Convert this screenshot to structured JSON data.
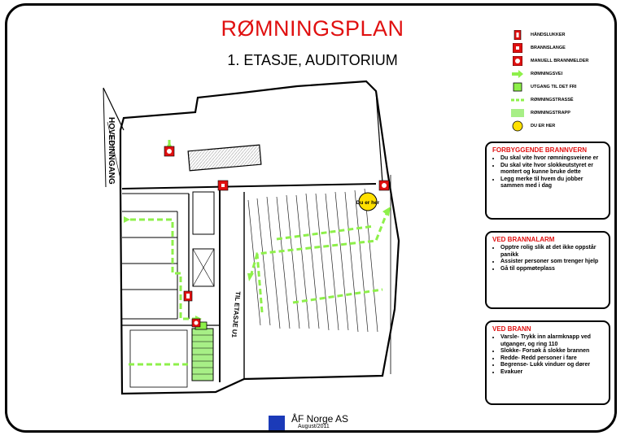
{
  "title": "RØMNINGSPLAN",
  "subtitle": "1. ETASJE, AUDITORIUM",
  "plan_labels": {
    "main_entrance": "HOVEDINNGANG",
    "stair_up": "TIL ETASJE U1",
    "you_are_here": "Du er her"
  },
  "legend": [
    {
      "icon": "hand-extinguisher-icon",
      "label": "HÅNDSLUKKER"
    },
    {
      "icon": "fire-hose-icon",
      "label": "BRANNSLANGE"
    },
    {
      "icon": "manual-fire-alarm-icon",
      "label": "MANUELL BRANNMELDER"
    },
    {
      "icon": "escape-route-arrow-icon",
      "label": "RØMNINGSVEI"
    },
    {
      "icon": "emergency-exit-icon",
      "label": "UTGANG TIL DET FRI"
    },
    {
      "icon": "escape-path-icon",
      "label": "RØMNINGSTRASSÉ"
    },
    {
      "icon": "escape-stair-icon",
      "label": "RØMNINGSTRAPP"
    },
    {
      "icon": "you-are-here-icon",
      "label": "DU ER HER"
    }
  ],
  "boxes": {
    "prevention": {
      "title": "FORBYGGENDE BRANNVERN",
      "items": [
        "Du skal vite hvor rømningsveiene er",
        "Du skal vite hvor slokkeutstyret er montert og kunne bruke dette",
        "Legg merke til hvem du jobber sammen med i dag"
      ]
    },
    "alarm": {
      "title": "VED BRANNALARM",
      "items": [
        "Opptre rolig slik at det ikke oppstår panikk",
        "Assister personer som trenger hjelp",
        "Gå til oppmøteplass"
      ]
    },
    "fire": {
      "title": "VED BRANN",
      "items": [
        "Varsle- Trykk inn alarmknapp ved utganger, og ring 110",
        "Slokke- Forsøk å slokke brannen",
        "Redde- Redd personer i fare",
        "Begrense- Lukk vinduer og dører",
        "Evakuer"
      ]
    }
  },
  "footer": {
    "company": "ÅF Norge AS",
    "date": "August/2011"
  },
  "colors": {
    "title_red": "#e01010",
    "route_green": "#8ef04a",
    "stair_green": "#a7ef86",
    "marker_yellow": "#ffe000",
    "eu_blue": "#1b3ab8"
  }
}
